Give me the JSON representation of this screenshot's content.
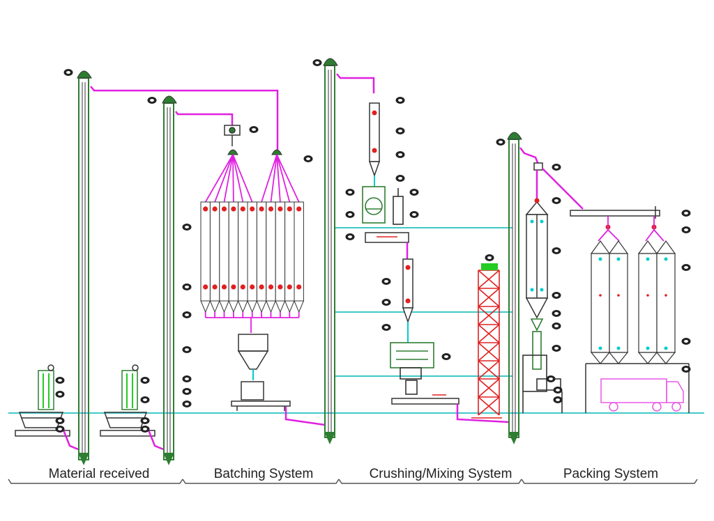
{
  "sections": [
    {
      "id": "material",
      "label": "Material received"
    },
    {
      "id": "batching",
      "label": "Batching System"
    },
    {
      "id": "crushing",
      "label": "Crushing/Mixing System"
    },
    {
      "id": "packing",
      "label": "Packing System"
    }
  ],
  "colors": {
    "background": "#ffffff",
    "conveyor_pipe": "#e020e0",
    "floor_line": "#40c8c8",
    "equipment_line": "#333333",
    "equipment_green": "#2e7d32",
    "bright_green": "#22cc22",
    "marker_red": "#e02020",
    "tower_red": "#e02020",
    "callout": "#222222",
    "accent_cyan": "#00cccc"
  },
  "icons": [
    "bucket-elevator-icon",
    "silo-icon",
    "hopper-icon",
    "crusher-icon",
    "mixer-icon",
    "truck-icon",
    "lattice-tower-icon"
  ]
}
